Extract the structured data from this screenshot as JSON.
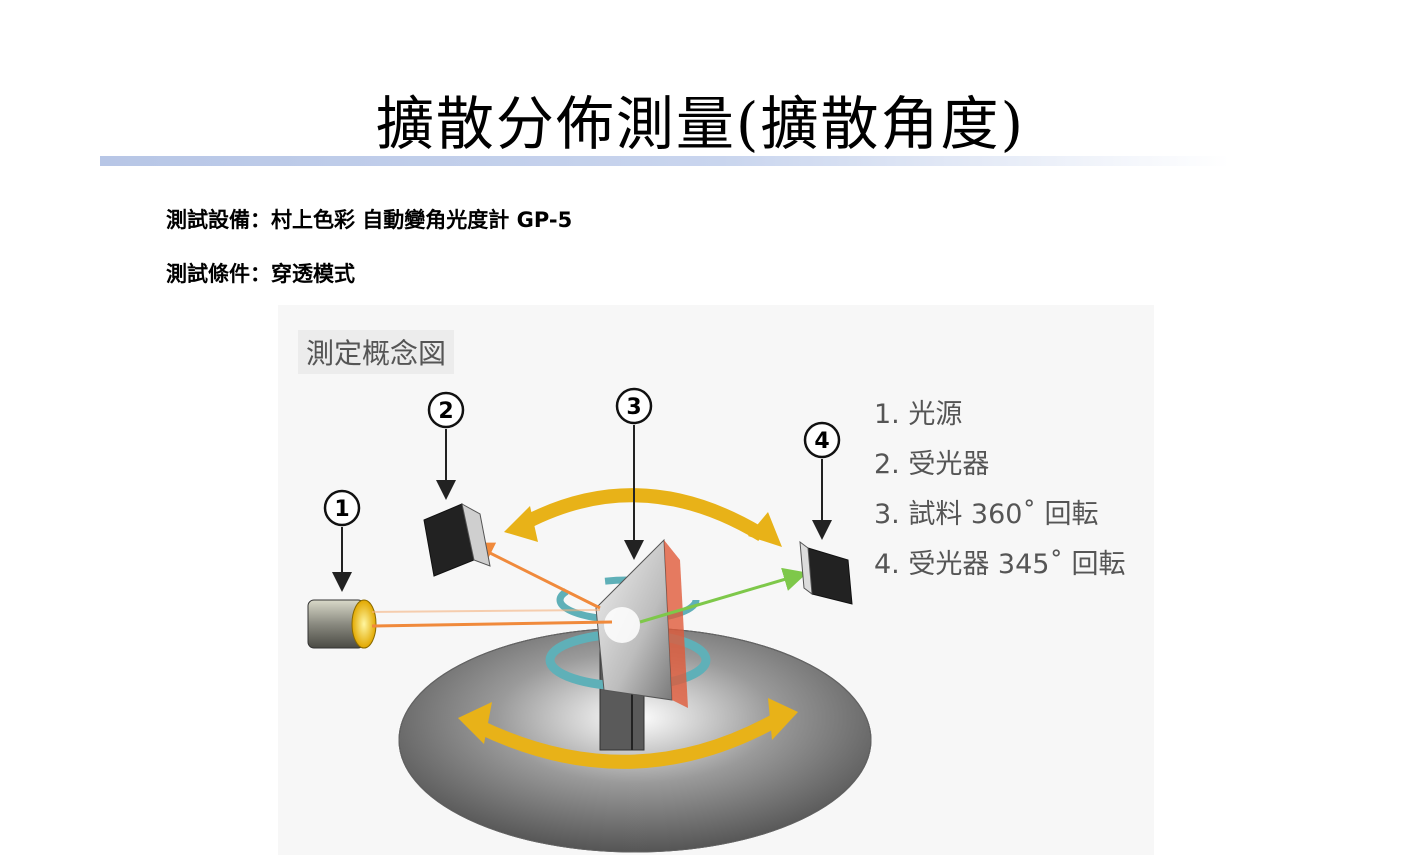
{
  "title": "擴散分佈測量(擴散角度)",
  "info": {
    "equipment": "測試設備：村上色彩 自動變角光度計 GP-5",
    "condition": "測試條件：穿透模式"
  },
  "diagram": {
    "caption": "測定概念図",
    "markers": [
      "1",
      "2",
      "3",
      "4"
    ],
    "legend": [
      "1. 光源",
      "2. 受光器",
      "3. 試料 360˚ 回転",
      "4. 受光器 345˚ 回転"
    ]
  },
  "colors": {
    "light_beam": "#f08a3c",
    "transmitted_beam": "#7ec84a",
    "rotation_arrow": "#e8b218",
    "sample_rotation": "#5fb0b8",
    "title_rule": "#b7c6e6"
  }
}
